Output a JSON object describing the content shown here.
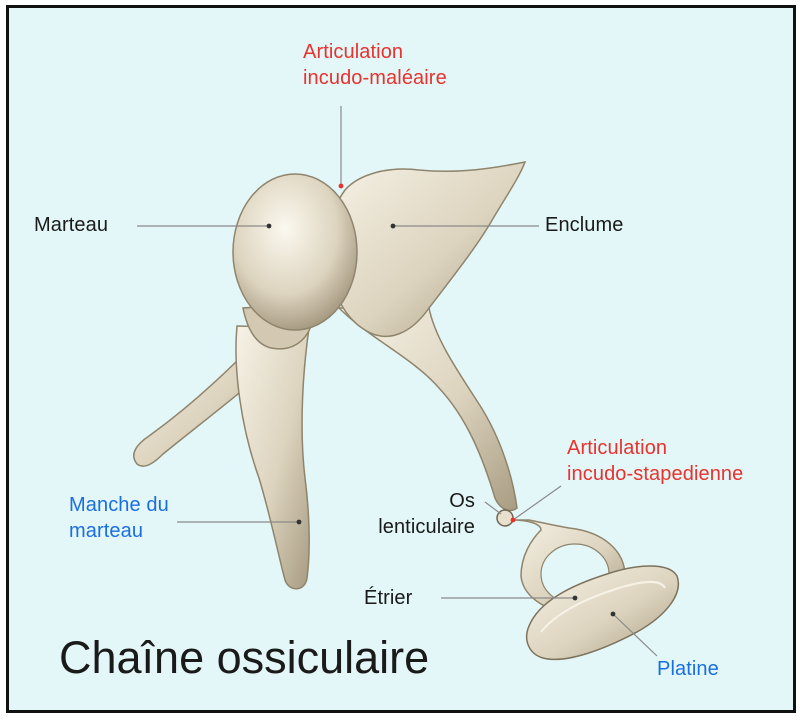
{
  "title": "Chaîne ossiculaire",
  "colors": {
    "background": "#e3f6f8",
    "border": "#111111",
    "black_label": "#1a1a1a",
    "red_label": "#e8322d",
    "blue_label": "#1a6fe0",
    "bone": "#ddd4bf",
    "bone_shadow": "#a89c82",
    "bone_highlight": "#f6f2e6",
    "leader_line": "#8a8a8a"
  },
  "labels": {
    "articulation_incudo_maleaire": "Articulation\nincudo-maléaire",
    "marteau": "Marteau",
    "enclume": "Enclume",
    "articulation_incudo_stapedienne": "Articulation\nincudo-stapedienne",
    "manche_du_marteau": "Manche du\nmarteau",
    "os_lenticulaire": "Os\nlenticulaire",
    "etrier": "Étrier",
    "platine": "Platine"
  }
}
